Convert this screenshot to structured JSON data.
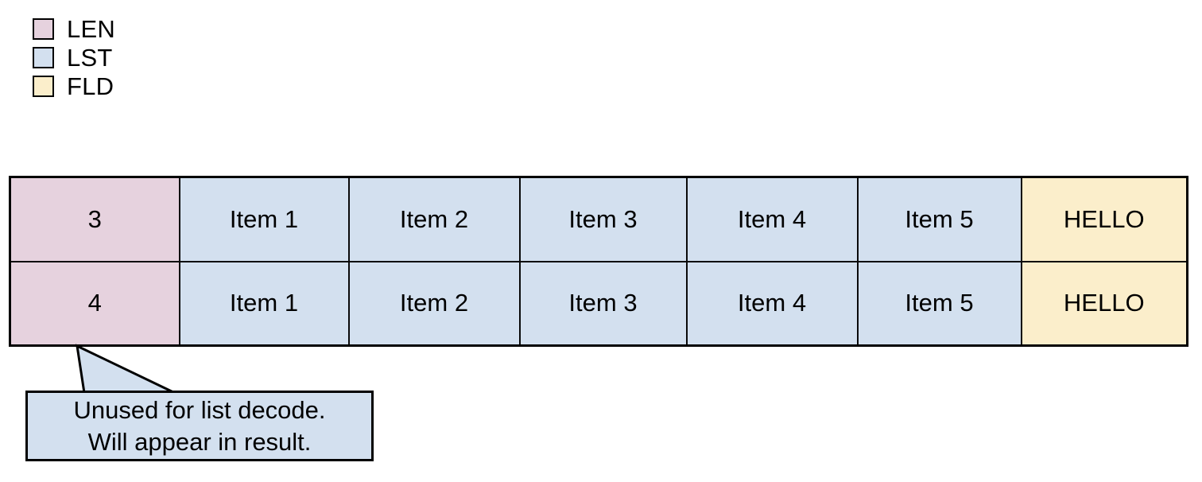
{
  "colors": {
    "len": "#e6d2de",
    "lst": "#d3e0ef",
    "fld": "#fbeecb",
    "border": "#000000",
    "callout_fill": "#d3e0ef"
  },
  "legend": {
    "items": [
      {
        "label": "LEN",
        "swatch_color": "#e6d2de",
        "swatch_name": "len-color-swatch"
      },
      {
        "label": "LST",
        "swatch_color": "#d3e0ef",
        "swatch_name": "lst-color-swatch"
      },
      {
        "label": "FLD",
        "swatch_color": "#fbeecb",
        "swatch_name": "fld-color-swatch"
      }
    ]
  },
  "table": {
    "rows": [
      {
        "len": "3",
        "items": [
          "Item 1",
          "Item 2",
          "Item 3",
          "Item 4",
          "Item 5"
        ],
        "fld": "HELLO"
      },
      {
        "len": "4",
        "items": [
          "Item 1",
          "Item 2",
          "Item 3",
          "Item 4",
          "Item 5"
        ],
        "fld": "HELLO"
      }
    ]
  },
  "callout": {
    "line1": "Unused for list decode.",
    "line2": "Will appear in result."
  }
}
